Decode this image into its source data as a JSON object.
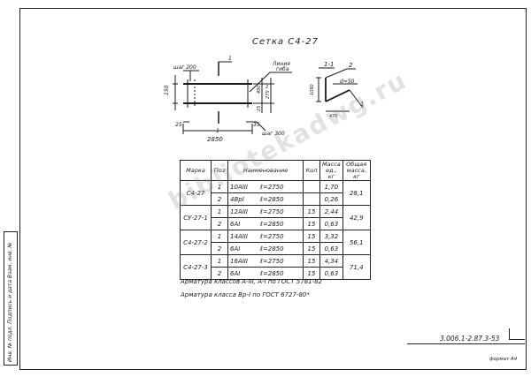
{
  "drawing": {
    "title": "Сетка С4-27",
    "labels": {
      "step_top": "шаг 200",
      "line_bend": "Линия\nгиба",
      "section_mark": "1",
      "dim_left_vertical": "150",
      "dim_inner_a": "490",
      "dim_inner_b": "2",
      "dim_inner_c": "275",
      "dim_inner_d": "25",
      "dim_left_bottom": "25",
      "dim_total": "2850",
      "dim_right_bottom": "35",
      "step_bottom": "шаг 300",
      "section_title": "1-1",
      "section_pos2": "2",
      "section_angle": "d=50",
      "section_height": "1090",
      "section_base": "470",
      "section_pos1": "1"
    }
  },
  "table": {
    "headers": [
      "Марка",
      "Поз",
      "Наименование",
      "Кол",
      "Масса ед., кг",
      "Общая масса, кг"
    ],
    "rows": [
      {
        "mark": "С4-27",
        "pos": "1",
        "name": "10АIII",
        "length": "ℓ=2750",
        "qty": "",
        "mass": "1,70",
        "total": "28,1"
      },
      {
        "mark": "",
        "pos": "2",
        "name": "4ВрI",
        "length": "ℓ=2850",
        "qty": "",
        "mass": "0,26",
        "total": ""
      },
      {
        "mark": "СУ-27-1",
        "pos": "1",
        "name": "12АIII",
        "length": "ℓ=2750",
        "qty": "15",
        "mass": "2,44",
        "total": "42,9"
      },
      {
        "mark": "",
        "pos": "2",
        "name": "6АI",
        "length": "ℓ=2850",
        "qty": "15",
        "mass": "0,63",
        "total": ""
      },
      {
        "mark": "С4-27-2",
        "pos": "1",
        "name": "14АIII",
        "length": "ℓ=2750",
        "qty": "15",
        "mass": "3,32",
        "total": "56,1"
      },
      {
        "mark": "",
        "pos": "2",
        "name": "6АI",
        "length": "ℓ=2850",
        "qty": "15",
        "mass": "0,63",
        "total": ""
      },
      {
        "mark": "С4-27-3",
        "pos": "1",
        "name": "16АIII",
        "length": "ℓ=2750",
        "qty": "15",
        "mass": "4,34",
        "total": "71,4"
      },
      {
        "mark": "",
        "pos": "2",
        "name": "6АI",
        "length": "ℓ=2850",
        "qty": "15",
        "mass": "0,63",
        "total": ""
      }
    ]
  },
  "notes": [
    "Арматура классов А-III, А-I по ГОСТ 5781-82",
    "Арматура класса Вр-I по ГОСТ 6727-80*"
  ],
  "stamp": {
    "doc_number": "3.006.1-2.87.3-53",
    "format": "формат А4",
    "side_text": "Инв. № подл. Подпись и дата Взам. инв. №"
  },
  "watermark": "bibliotekadwg.ru"
}
